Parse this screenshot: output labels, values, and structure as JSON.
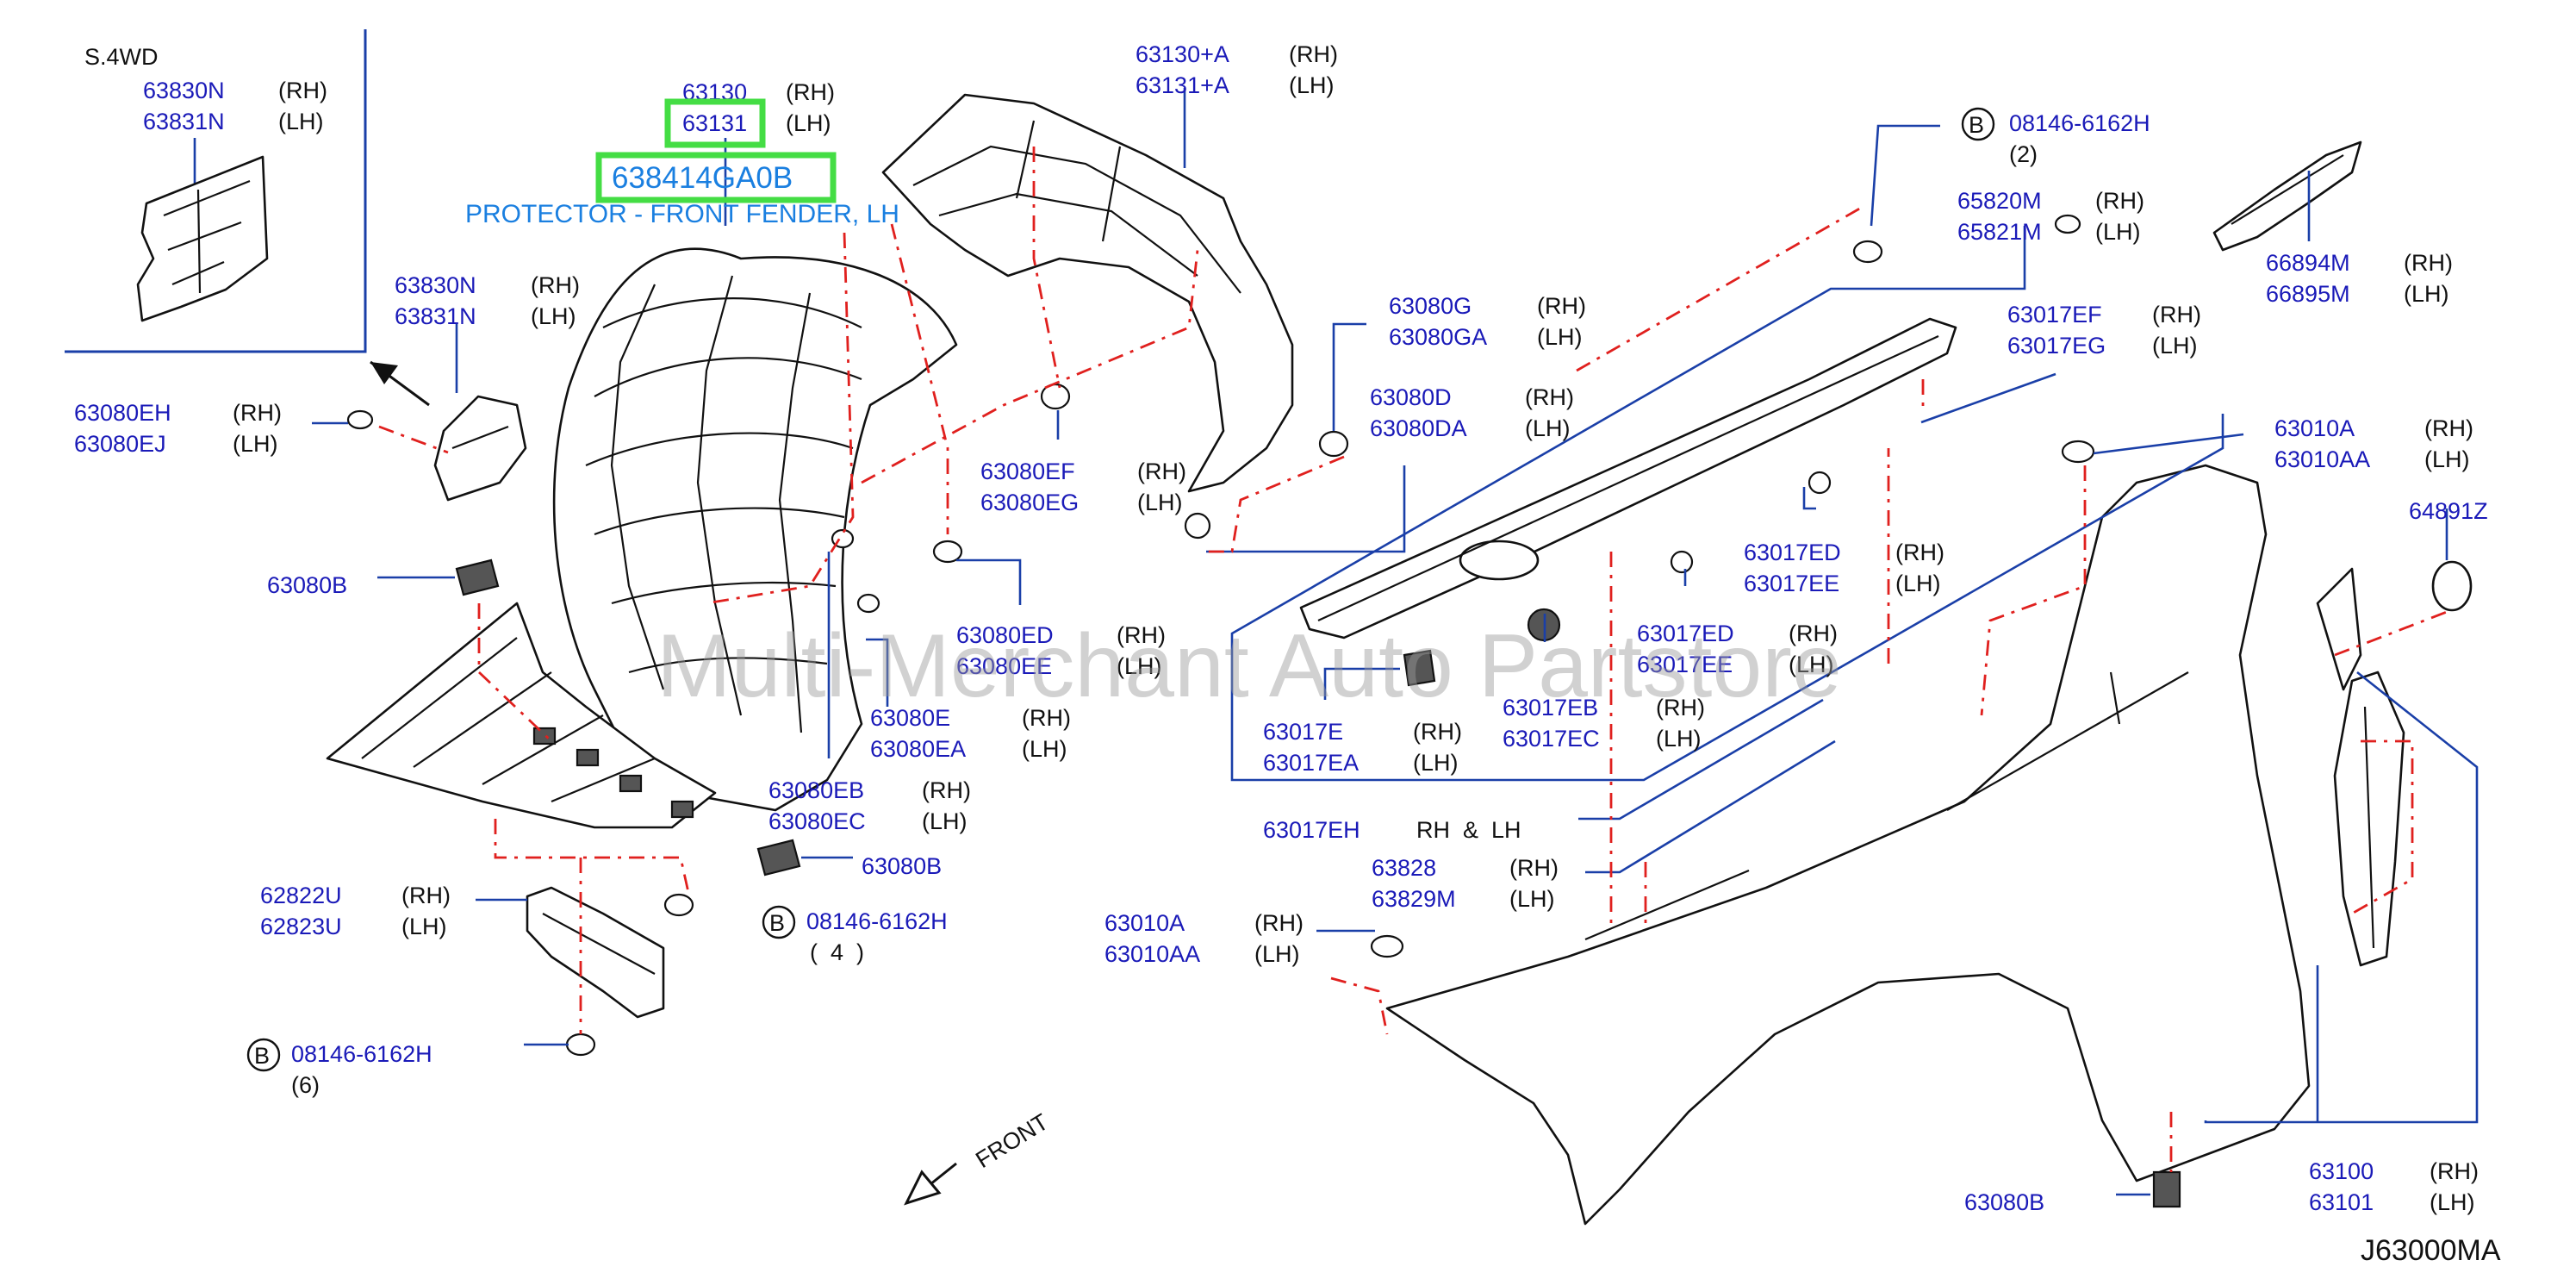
{
  "variant": "S.4WD",
  "reference_code": "J63000MA",
  "watermark": "Multi-Merchant Auto Partstore",
  "highlighted_part": {
    "part_no": "638414GA0B",
    "description": "PROTECTOR - FRONT FENDER, LH",
    "boxed_callout": "63131"
  },
  "front_label": "FRONT",
  "bolt_ref_letter": "B",
  "sides": {
    "rh": "(RH)",
    "lh": "(LH)",
    "rh_and_lh": "RH  &  LH"
  },
  "callouts": {
    "c63830n_top": [
      "63830N",
      "63831N"
    ],
    "c63130": [
      "63130",
      "63131"
    ],
    "c63130a": [
      "63130+A",
      "63131+A"
    ],
    "c08146_top": {
      "part": "08146-6162H",
      "qty": "(2)"
    },
    "c65820m": [
      "65820M",
      "65821M"
    ],
    "c66894m": [
      "66894M",
      "66895M"
    ],
    "c63830n_mid": [
      "63830N",
      "63831N"
    ],
    "c63080g": [
      "63080G",
      "63080GA"
    ],
    "c63017ef": [
      "63017EF",
      "63017EG"
    ],
    "c63080eh": [
      "63080EH",
      "63080EJ"
    ],
    "c63080d": [
      "63080D",
      "63080DA"
    ],
    "c63010a_r": [
      "63010A",
      "63010AA"
    ],
    "c63080ef": [
      "63080EF",
      "63080EG"
    ],
    "c64891z": "64891Z",
    "c63080b_l": "63080B",
    "c63017ed_a": [
      "63017ED",
      "63017EE"
    ],
    "c63080ed": [
      "63080ED",
      "63080EE"
    ],
    "c63017ed_b": [
      "63017ED",
      "63017EE"
    ],
    "c63017eb": [
      "63017EB",
      "63017EC"
    ],
    "c63080e": [
      "63080E",
      "63080EA"
    ],
    "c63017e": [
      "63017E",
      "63017EA"
    ],
    "c63080eb": [
      "63080EB",
      "63080EC"
    ],
    "c63017eh": "63017EH",
    "c63080b_m": "63080B",
    "c63828": [
      "63828",
      "63829M"
    ],
    "c62822u": [
      "62822U",
      "62823U"
    ],
    "c08146_mid": {
      "part": "08146-6162H",
      "qty": "(  4  )"
    },
    "c63010a_l": [
      "63010A",
      "63010AA"
    ],
    "c08146_bot": {
      "part": "08146-6162H",
      "qty": "(6)"
    },
    "c63100": [
      "63100",
      "63101"
    ],
    "c63080b_r": "63080B"
  },
  "colors": {
    "part_number_text": "#1a1ab8",
    "leader_line": "#1a3fa8",
    "dash_line": "#e0201e",
    "highlight_box": "#44dd44",
    "highlight_text": "#1a7fe0"
  }
}
